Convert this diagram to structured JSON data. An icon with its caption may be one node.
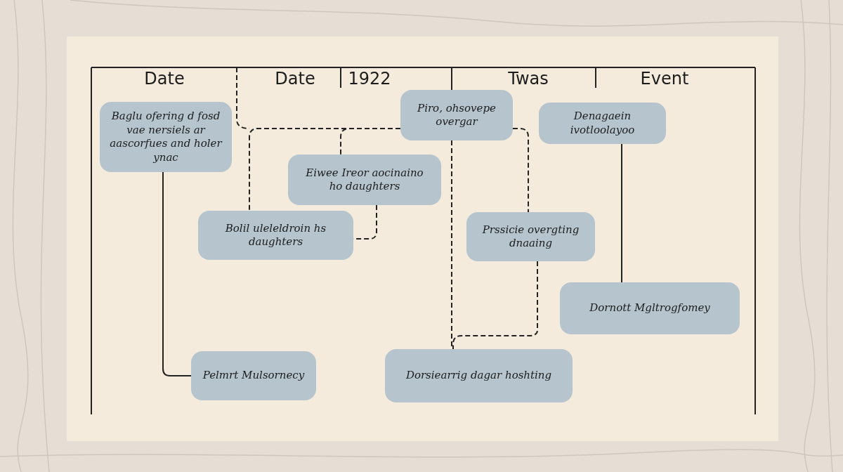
{
  "diagram": {
    "nodes": [
      {
        "text": [
          "Baglu ofering d fosd vae nersiels ar aascorfues and holer ynac"
        ]
      },
      {
        "text": [
          "Piro, ohsovepe overgar"
        ]
      },
      {
        "text": [
          "Denagaein ivotloolayoo"
        ]
      },
      {
        "text": [
          "Eiwee Ireor aocinaino ho daughters"
        ]
      },
      {
        "text": [
          "Bolil uleleldroin hs daughters"
        ]
      },
      {
        "text": [
          "Prssicie overgting dnaaing"
        ]
      },
      {
        "text": [
          "Dornott Mgltrogfomey"
        ]
      },
      {
        "text": [
          "Pelmrt Mulsornecy"
        ]
      },
      {
        "text": [
          "Dorsiearrig dagar hoshting"
        ]
      }
    ],
    "edges": [
      {
        "from": 1,
        "to": 3,
        "arrow": "none",
        "style": "dashed"
      },
      {
        "from": 1,
        "to": 4,
        "arrow": "none",
        "style": "dashed"
      },
      {
        "from": 1,
        "to": 5,
        "arrow": "none",
        "style": "dashed"
      },
      {
        "from": 3,
        "to": 4,
        "arrow": "none",
        "style": "dashed"
      },
      {
        "from": 0,
        "to": 7,
        "arrow": "none"
      },
      {
        "from": 1,
        "to": 8,
        "arrow": "none",
        "style": "dashed"
      },
      {
        "from": 5,
        "to": 8,
        "arrow": "none",
        "style": "dashed"
      },
      {
        "from": 2,
        "to": 6,
        "arrow": "none"
      }
    ],
    "labels": [
      "Date",
      "Date",
      "1922",
      "Twas",
      "Event"
    ]
  }
}
